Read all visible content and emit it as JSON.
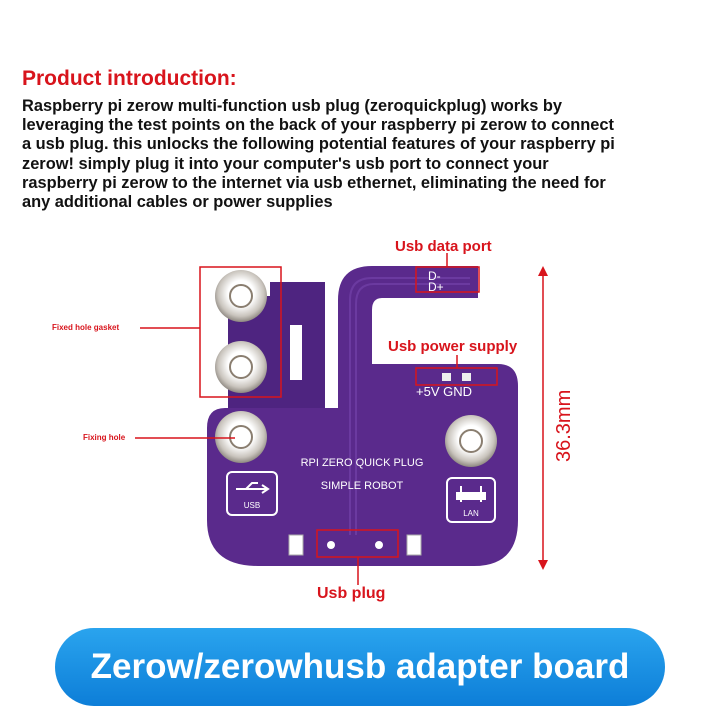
{
  "title": "Product introduction:",
  "description_lines": [
    "Raspberry pi zerow multi-function usb plug (zeroquickplug) works by",
    "leveraging the test points on the back of your raspberry pi zerow to connect",
    "a usb plug. this unlocks the following potential features of your raspberry pi",
    "zerow! simply plug it into your computer's usb port to connect your",
    "raspberry pi zerow to the internet via usb ethernet, eliminating the need for",
    "any additional cables or power supplies"
  ],
  "callouts": {
    "fixed_hole_gasket": "Fixed hole gasket",
    "fixing_hole": "Fixing hole",
    "usb_data_port": "Usb data port",
    "usb_power_supply": "Usb power supply",
    "usb_plug": "Usb plug"
  },
  "dimension": "36.3mm",
  "board": {
    "silkscreen_line1": "RPI ZERO QUICK PLUG",
    "silkscreen_line2": "SIMPLE ROBOT",
    "pin_dminus": "D-",
    "pin_dplus": "D+",
    "power_pins": "+5V GND",
    "usb_icon_label": "USB",
    "lan_icon_label": "LAN",
    "color": "#5a2a8c"
  },
  "banner": "Zerow/zerowhusb adapter board",
  "colors": {
    "accent_red": "#d8141c",
    "banner_blue": "#1a90e4"
  }
}
